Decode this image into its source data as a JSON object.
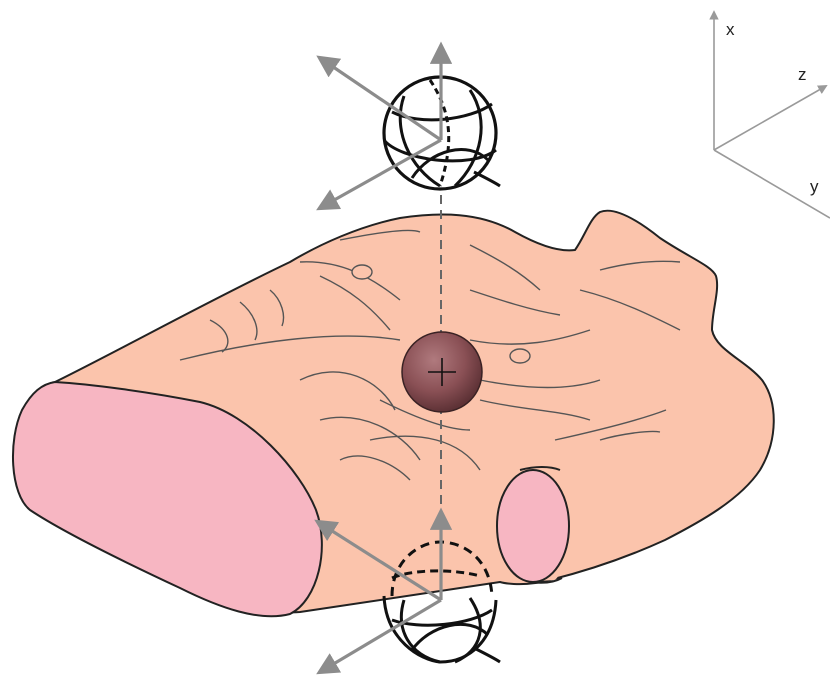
{
  "axes": {
    "x_label": "x",
    "y_label": "y",
    "z_label": "z"
  },
  "colors": {
    "tissue_fill": "#fbc4ac",
    "cut_face_fill": "#f7b6c2",
    "target_fill": "#8a5055",
    "outline": "#222222",
    "arrow_gray": "#8c8c8c",
    "beam_line": "#666666"
  },
  "icons": {
    "top_source": "rotating-sphere-icon",
    "bottom_source": "rotating-sphere-icon",
    "target": "crosshair-sphere-icon"
  }
}
